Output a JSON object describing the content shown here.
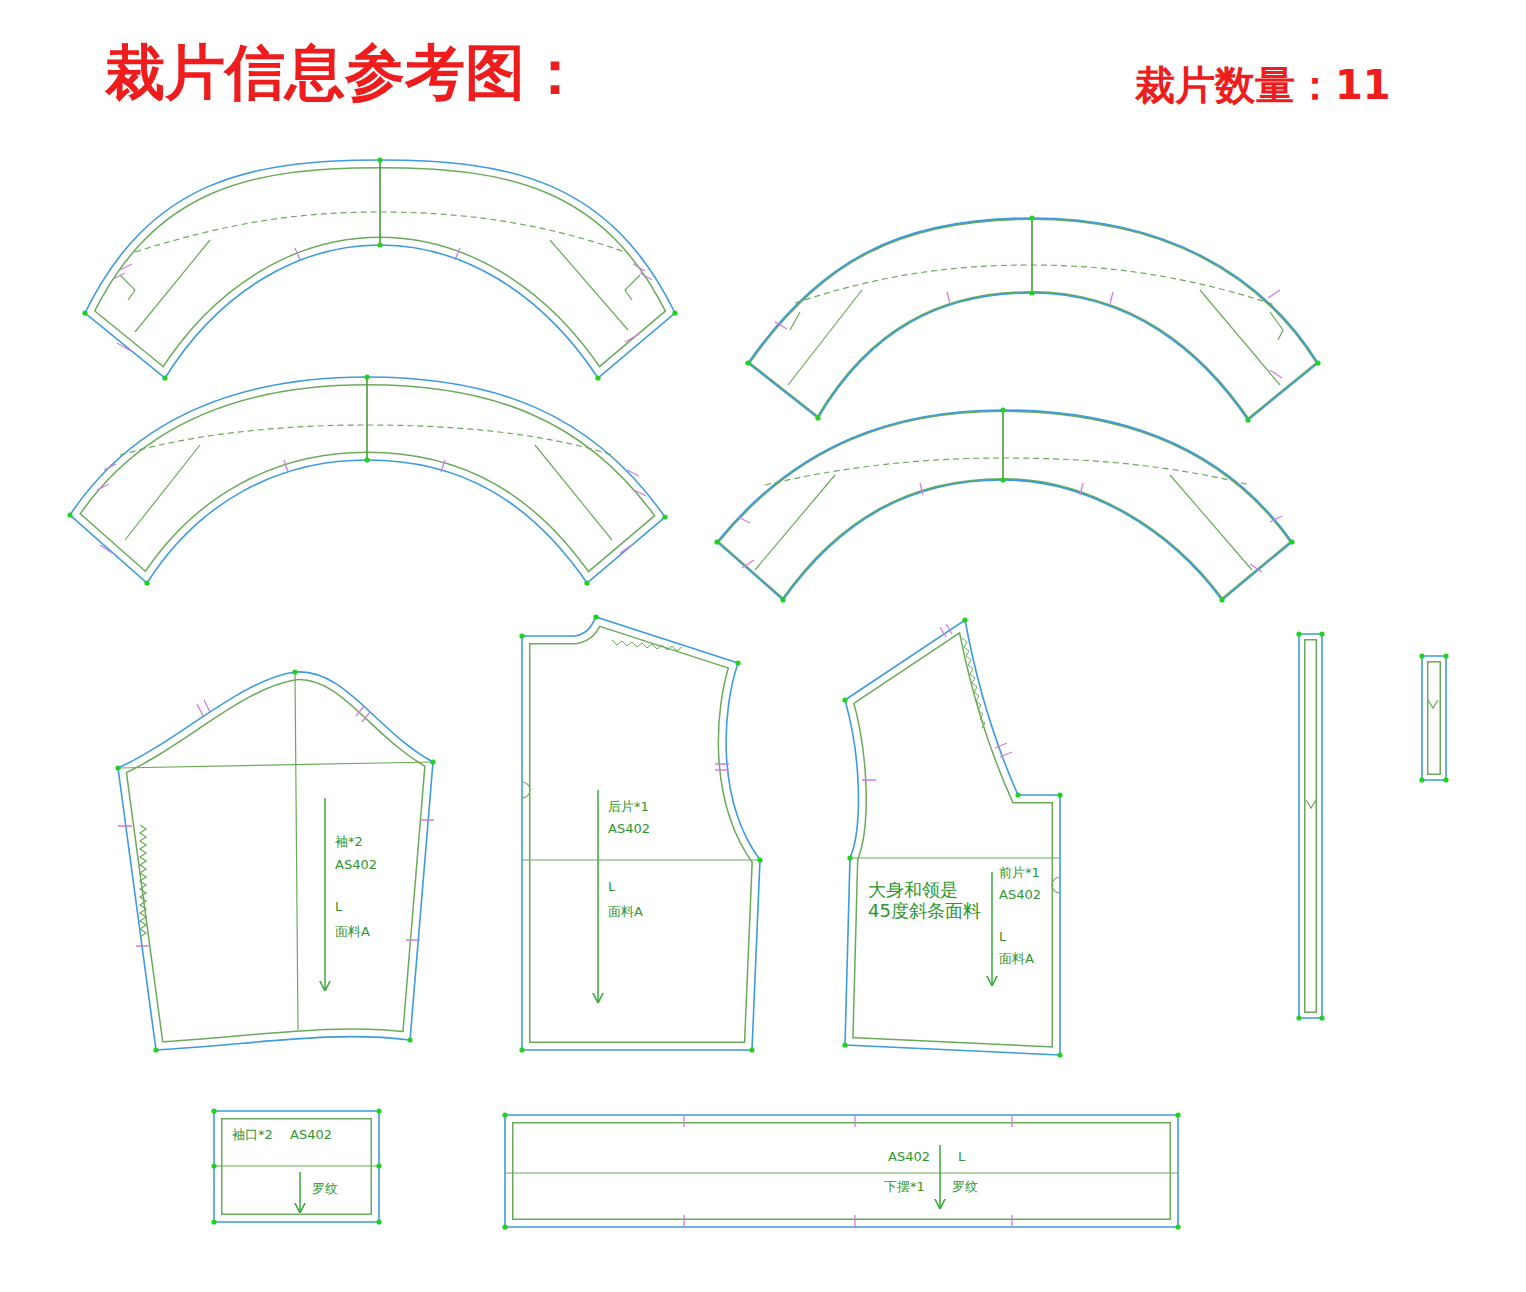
{
  "diagram": {
    "title": "裁片信息参考图：",
    "labels": [
      "裁片数量：11",
      "袖*2",
      "AS402",
      "L",
      "面料A",
      "后片*1",
      "AS402",
      "L",
      "面料A",
      "前片*1",
      "AS402",
      "L",
      "面料A",
      "大身和领是 45度斜条面料",
      "袖口*2",
      "AS402",
      "罗纹",
      "下摆*1",
      "AS402",
      "L",
      "罗纹"
    ]
  }
}
